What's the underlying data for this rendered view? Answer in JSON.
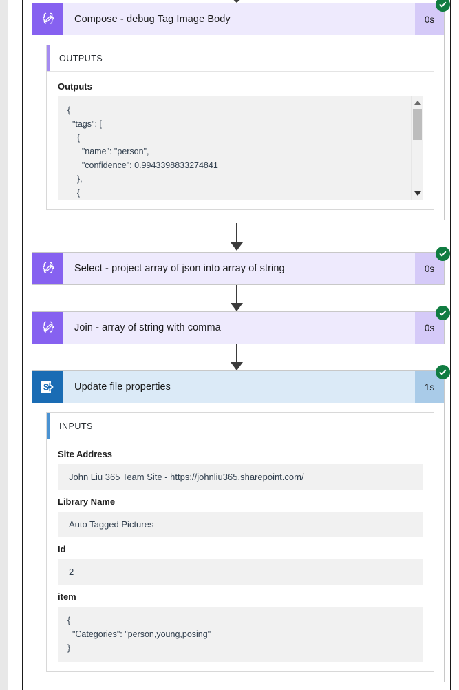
{
  "flow": {
    "steps": [
      {
        "id": "compose-debug-tag-image-body",
        "title": "Compose - debug Tag Image Body",
        "duration": "0s",
        "status": "succeeded",
        "icon": "compose-icon",
        "theme": "purple",
        "panel": {
          "header": "OUTPUTS",
          "fields": [
            {
              "label": "Outputs",
              "type": "code",
              "value": "{\n  \"tags\": [\n    {\n      \"name\": \"person\",\n      \"confidence\": 0.9943398833274841\n    },\n    {"
            }
          ]
        }
      },
      {
        "id": "select-project-array",
        "title": "Select - project array of json into array of string",
        "duration": "0s",
        "status": "succeeded",
        "icon": "select-icon",
        "theme": "purple"
      },
      {
        "id": "join-array-of-string",
        "title": "Join - array of string with comma",
        "duration": "0s",
        "status": "succeeded",
        "icon": "join-icon",
        "theme": "purple"
      },
      {
        "id": "update-file-properties",
        "title": "Update file properties",
        "duration": "1s",
        "status": "succeeded",
        "icon": "sharepoint-icon",
        "theme": "blue",
        "panel": {
          "header": "INPUTS",
          "fields": [
            {
              "label": "Site Address",
              "type": "text",
              "value": "John Liu 365 Team Site - https://johnliu365.sharepoint.com/"
            },
            {
              "label": "Library Name",
              "type": "text",
              "value": "Auto Tagged Pictures"
            },
            {
              "label": "Id",
              "type": "text",
              "value": "2"
            },
            {
              "label": "item",
              "type": "code",
              "value": "{\n  \"Categories\": \"person,young,posing\"\n}"
            }
          ]
        }
      }
    ]
  },
  "colors": {
    "purple_icon": "#8661f0",
    "purple_header": "#eeeafd",
    "purple_duration": "#d5caf8",
    "blue_icon": "#1a6cb4",
    "blue_header": "#dbeaf7",
    "blue_duration": "#a9cbe8",
    "success_green": "#107c41",
    "connector": "#3b3b3b",
    "field_bg": "#f1f1f1"
  },
  "scrollbar": {
    "up_arrow": "scroll-up-arrow",
    "down_arrow": "scroll-down-arrow"
  }
}
